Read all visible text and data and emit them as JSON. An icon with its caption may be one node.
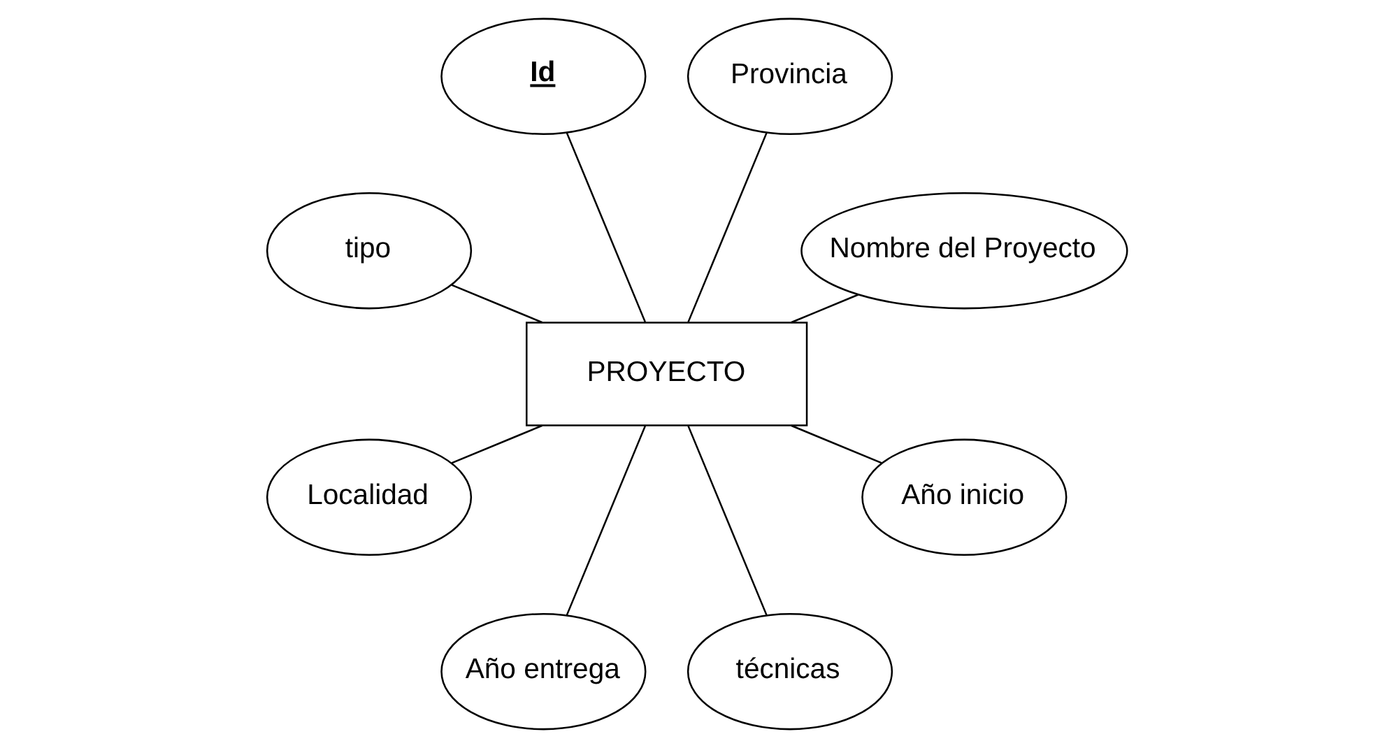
{
  "diagram": {
    "nodes": [
      {
        "text": [
          "Nombre del Proyecto"
        ]
      },
      {
        "text": [
          "Provincia"
        ]
      },
      {
        "text": [
          "Id"
        ]
      },
      {
        "text": [
          "tipo"
        ]
      },
      {
        "text": [
          "PROYECTO"
        ]
      },
      {
        "text": [
          "Localidad"
        ]
      },
      {
        "text": [
          "Año entrega"
        ]
      },
      {
        "text": [
          "técnicas"
        ]
      },
      {
        "text": [
          "Año inicio"
        ]
      }
    ],
    "edges": [
      {
        "from": 4,
        "to": 0,
        "arrow": "none"
      },
      {
        "from": 4,
        "to": 1,
        "arrow": "none"
      },
      {
        "from": 4,
        "to": 2,
        "arrow": "none"
      },
      {
        "from": 4,
        "to": 3,
        "arrow": "none"
      },
      {
        "from": 4,
        "to": 5,
        "arrow": "none"
      },
      {
        "from": 4,
        "to": 6,
        "arrow": "none"
      },
      {
        "from": 4,
        "to": 7,
        "arrow": "none"
      },
      {
        "from": 4,
        "to": 8,
        "arrow": "none"
      }
    ]
  }
}
